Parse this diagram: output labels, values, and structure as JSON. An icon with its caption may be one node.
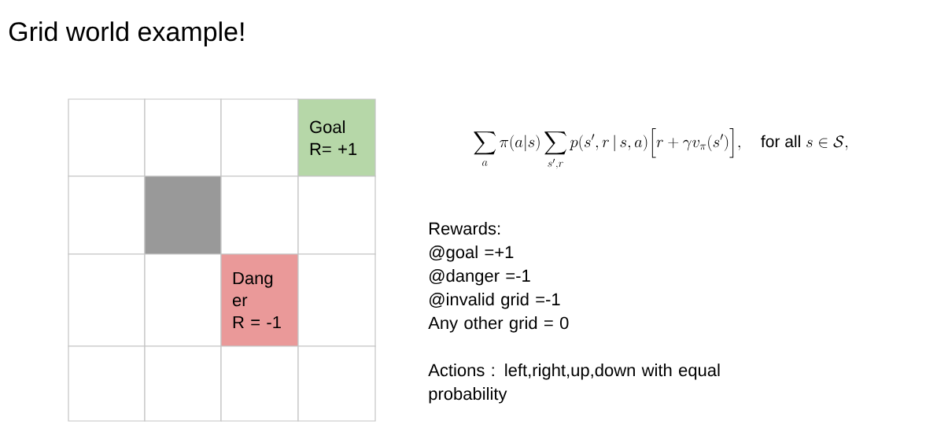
{
  "diagram": {
    "title": "Grid world example!",
    "nodes": [
      {
        "text": [],
        "shape": "box"
      },
      {
        "text": [],
        "shape": "box"
      },
      {
        "text": [],
        "shape": "box"
      },
      {
        "text": [
          "Goal",
          "R= +1"
        ]
      },
      {
        "text": [],
        "shape": "box"
      },
      {
        "text": [],
        "shape": "box"
      },
      {
        "text": [],
        "shape": "box"
      },
      {
        "text": [],
        "shape": "box"
      },
      {
        "text": [],
        "shape": "box"
      },
      {
        "text": [],
        "shape": "box"
      },
      {
        "text": [
          "Dang er",
          "R = -1"
        ]
      },
      {
        "text": [],
        "shape": "box"
      },
      {
        "text": [],
        "shape": "box"
      },
      {
        "text": [],
        "shape": "box"
      },
      {
        "text": [],
        "shape": "box"
      },
      {
        "text": [],
        "shape": "box"
      }
    ],
    "labels": [
      "\\sum_{a}\\pi(a|s)\\sum_{s',r}p(s',r\\,|\\,s,a)\\Big[r+\\gamma v_{\\pi}(s')\\Big],\\quad \\mathrm{for\\ all}\\ s\\in\\mathcal{S},",
      "Rewards:",
      "@goal =+1",
      "@danger =-1",
      "@invalid grid =-1",
      "Any other grid = 0",
      "Actions : left,right,up,down with equal probability"
    ]
  }
}
